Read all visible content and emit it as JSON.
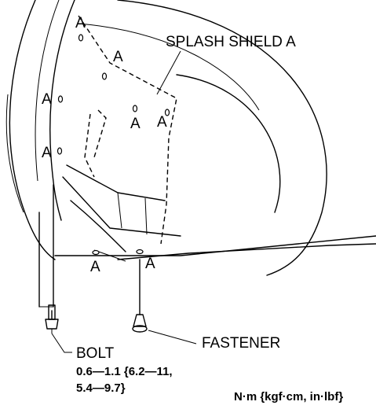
{
  "labels": {
    "splash_shield": "SPLASH SHIELD A",
    "fastener": "FASTENER",
    "bolt": "BOLT",
    "torque_line1": "0.6—1.1 {6.2—11,",
    "torque_line2": "5.4—9.7}",
    "units": "N·m {kgf·cm, in·lbf}",
    "marker": "A"
  }
}
